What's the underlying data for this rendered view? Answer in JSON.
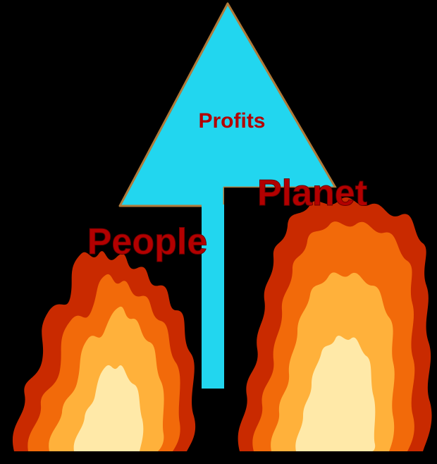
{
  "labels": {
    "top": "Profits",
    "left": "People",
    "right": "Planet"
  },
  "colors": {
    "background": "#000000",
    "arrow_fill": "#22d6ef",
    "arrow_outline": "#b07a3a",
    "text": "#b30000",
    "flame_outer": "#c92a00",
    "flame_mid": "#f26a0a",
    "flame_inner": "#ffb13b",
    "flame_core": "#ffe9a8"
  }
}
